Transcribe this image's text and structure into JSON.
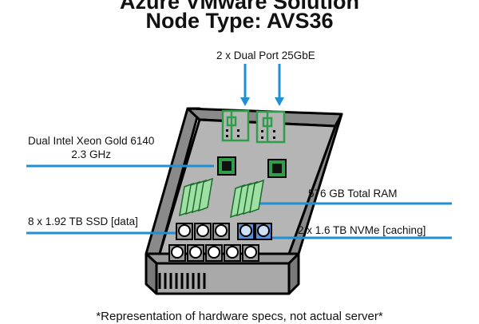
{
  "title": {
    "line1": "Azure VMware Solution",
    "line2": "Node Type: AVS36"
  },
  "labels": {
    "nic": "2 x Dual Port 25GbE",
    "cpu_line1": "Dual Intel Xeon Gold 6140",
    "cpu_line2": "2.3 GHz",
    "ram": "576 GB Total RAM",
    "ssd": "8 x 1.92 TB SSD [data]",
    "nvme": "2 x 1.6 TB NVMe [caching]"
  },
  "footnote": "*Representation of hardware specs, not actual server*",
  "colors": {
    "callout_line": "#1f8fd6",
    "pcb_green": "#2f9e4a",
    "ram_green": "#9ee0a3",
    "nvme_blue": "#5a8fd8",
    "chassis_gray": "#b5b5b5",
    "outline": "#000000"
  },
  "icons": [
    "nic-card-icon",
    "cpu-chip-icon",
    "ram-module-icon",
    "ssd-drive-icon",
    "nvme-drive-icon",
    "server-chassis-icon"
  ]
}
